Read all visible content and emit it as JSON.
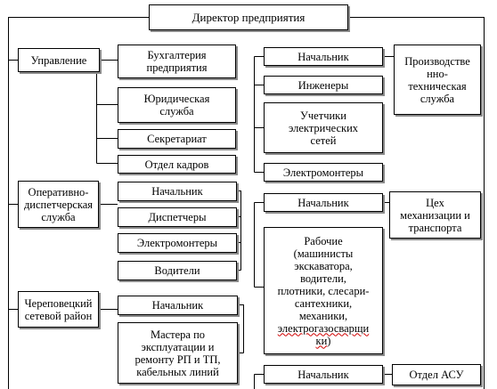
{
  "chart": {
    "director": "Директор предприятия",
    "management": {
      "head": "Управление",
      "units": {
        "accounting": "Бухгалтерия\nпредприятия",
        "legal": "Юридическая\nслужба",
        "secretariat": "Секретариат",
        "hr": "Отдел кадров"
      }
    },
    "dispatch": {
      "head": "Оперативно-\nдиспетчерская\nслужба",
      "units": {
        "chief": "Начальник",
        "dispatchers": "Диспетчеры",
        "electricians": "Электромонтеры",
        "drivers": "Водители"
      }
    },
    "district": {
      "head": "Череповецкий\nсетевой район",
      "units": {
        "chief": "Начальник",
        "masters": "Мастера по\nэксплуатации и\nремонту РП и ТП,\nкабельных линий"
      }
    },
    "production": {
      "head": "Производстве\nнно-\nтехническая\nслужба",
      "units": {
        "chief": "Начальник",
        "engineers": "Инженеры",
        "meter_readers": "Учетчики\nэлектрических\nсетей",
        "electricians": "Электромонтеры"
      }
    },
    "mechanization": {
      "head": "Цех\nмеханизации и\nтранспорта",
      "units": {
        "chief": "Начальник",
        "workers_line1": "Рабочие\n(машинисты\nэкскаватора,\nводители,\nплотники, слесари-\nсантехники,\nмеханики,",
        "workers_word": "электрогазосварщи\nки",
        "workers_close": ")"
      }
    },
    "asu": {
      "head": "Отдел АСУ",
      "units": {
        "chief": "Начальник"
      }
    }
  }
}
